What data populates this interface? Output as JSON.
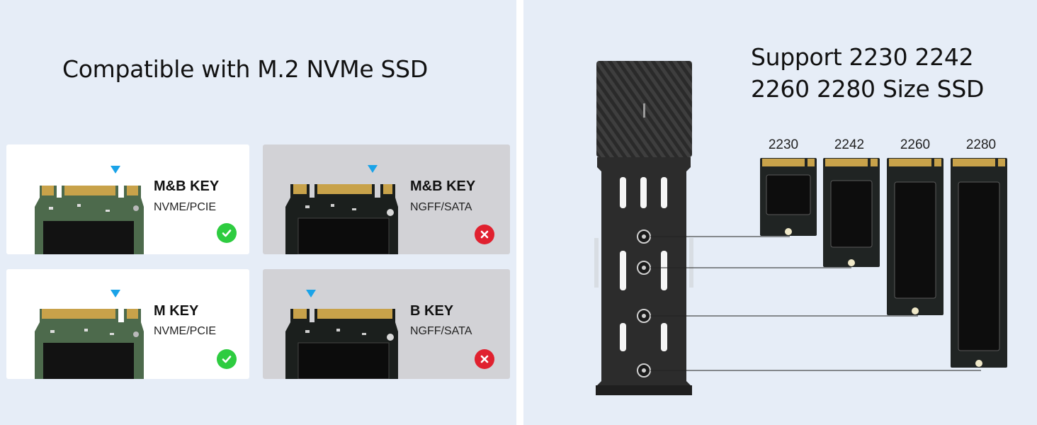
{
  "left": {
    "title": "Compatible with M.2 NVMe SSD",
    "cards": [
      {
        "key": "M&B KEY",
        "interface": "NVME/PCIE",
        "compatible": true
      },
      {
        "key": "M&B KEY",
        "interface": "NGFF/SATA",
        "compatible": false
      },
      {
        "key": "M KEY",
        "interface": "NVME/PCIE",
        "compatible": true
      },
      {
        "key": "B KEY",
        "interface": "NGFF/SATA",
        "compatible": false
      }
    ]
  },
  "right": {
    "title_line1": "Support 2230 2242",
    "title_line2": "2260 2280 Size SSD",
    "sizes": [
      "2230",
      "2242",
      "2260",
      "2280"
    ]
  },
  "colors": {
    "panel_bg": "#e6edf7",
    "key_marker": "#1aa3e8",
    "compatible": "#2ecc40",
    "incompatible": "#e0212f",
    "pcb_green": "#4d6a4c",
    "gold_contacts": "#c8a24a"
  },
  "icons": {
    "compatible": "check-circle-icon",
    "incompatible": "x-circle-icon",
    "notch_marker": "down-triangle-icon"
  }
}
